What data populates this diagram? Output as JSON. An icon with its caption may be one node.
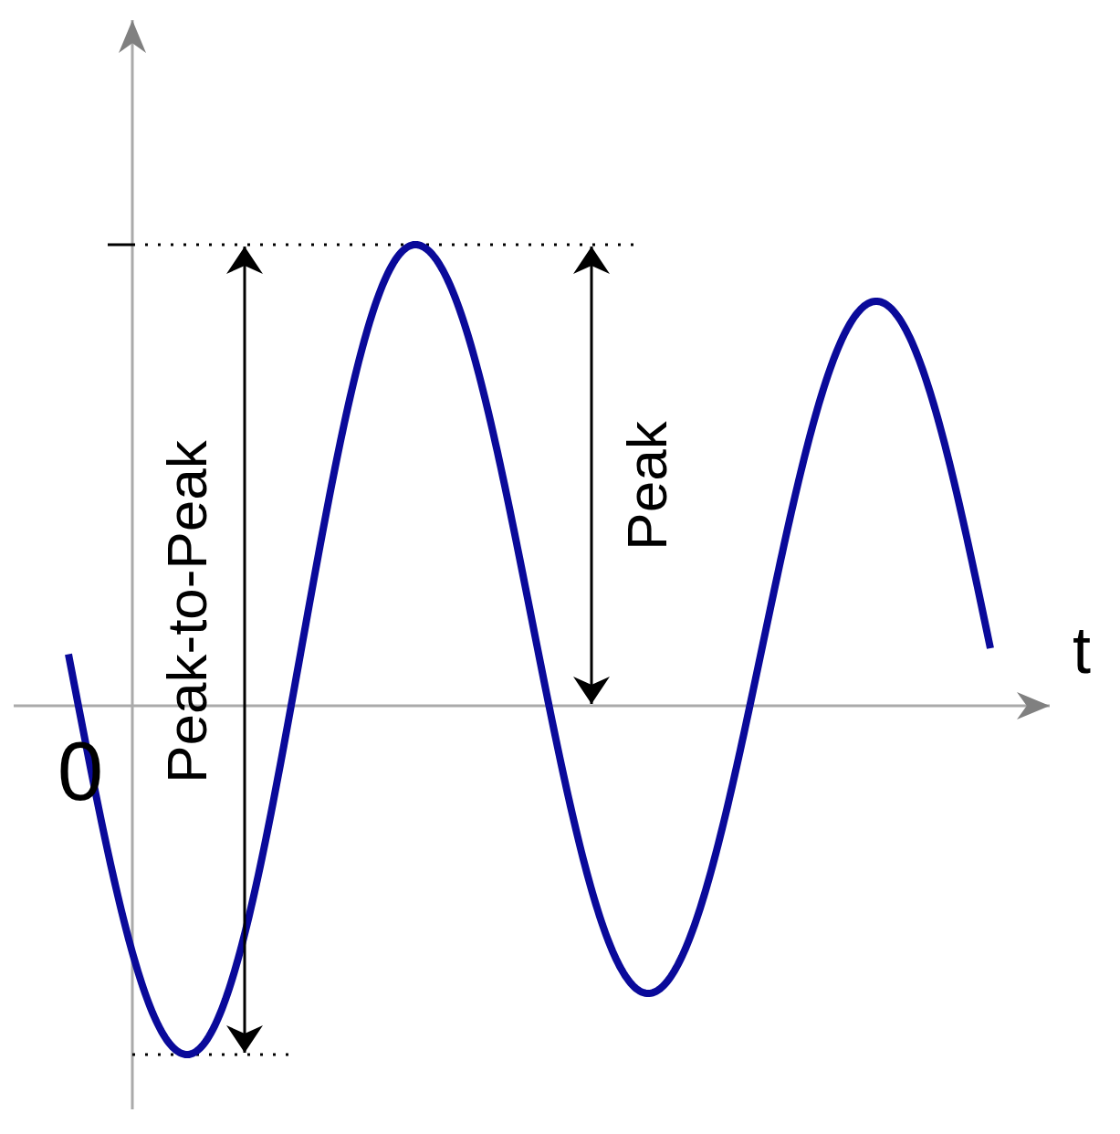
{
  "diagram": {
    "labels": [
      "Peak-to-Peak",
      "Peak",
      "t",
      "0"
    ]
  }
}
